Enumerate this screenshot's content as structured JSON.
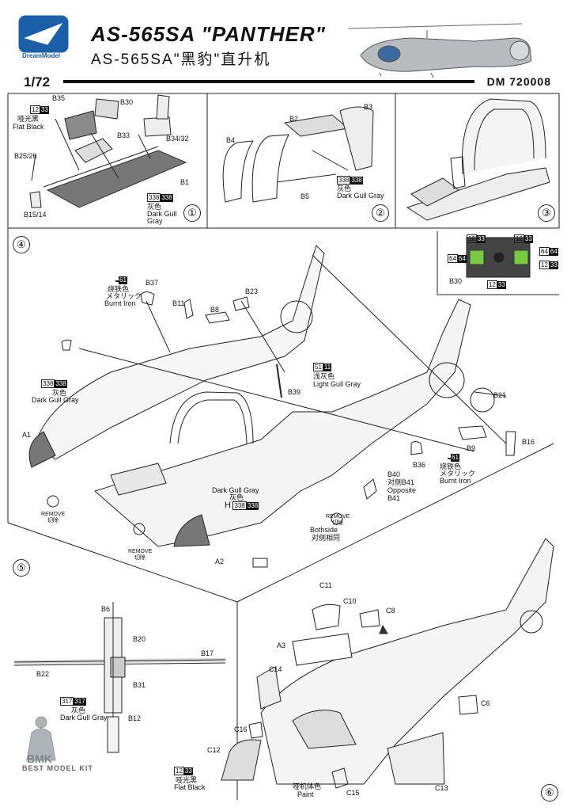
{
  "header": {
    "title": "AS-565SA \"PANTHER\"",
    "subtitle": "AS-565SA\"黑豹\"直升机",
    "scale": "1/72",
    "product_code": "DM 720008",
    "brand": "DreamModel"
  },
  "steps": [
    "①",
    "②",
    "③",
    "④",
    "⑤",
    "⑥"
  ],
  "step1": {
    "parts": [
      "B35",
      "B30",
      "B33",
      "B34/32",
      "B25/26",
      "B1",
      "B15/14"
    ],
    "color_black": {
      "num": "12",
      "code": "33",
      "cn": "哑光黑",
      "en": "Flat Black"
    },
    "color_gray": {
      "num": "338",
      "code": "338",
      "cn": "灰色",
      "en1": "Dark Gull",
      "en2": "Gray"
    }
  },
  "step2": {
    "parts": [
      "B3",
      "B2",
      "B4",
      "B5"
    ],
    "color_gray": {
      "num": "338",
      "code": "338",
      "cn": "灰色",
      "en": "Dark Gull Gray"
    }
  },
  "step4": {
    "parts": [
      "B37",
      "B23",
      "B11",
      "B8",
      "B39",
      "B21",
      "B16",
      "B9",
      "B36",
      "A1",
      "A2",
      "B30",
      "B40"
    ],
    "burnt_iron_1": {
      "num": "",
      "code": "61",
      "cn": "烧铁色",
      "jp": "メタリック",
      "en": "Burnt Iron"
    },
    "light_gull": {
      "num": "51",
      "code": "11",
      "cn": "浅灰色",
      "en": "Light Gull Gray"
    },
    "dark_gull": {
      "num": "338",
      "code": "338",
      "cn": "灰色",
      "en": "Dark Gull Gray"
    },
    "burnt_iron_2": {
      "num": "",
      "code": "61",
      "cn": "烧铁色",
      "jp": "メタリック",
      "en": "Burnt Iron"
    },
    "b40_note": [
      "B40",
      "对侧B41",
      "Opposite",
      "B41"
    ],
    "remove_label": "REMOVE",
    "remove_cn": "切除",
    "dark_gull_h": {
      "line1": "Dark Gull Gray",
      "line2": "灰色",
      "letter": "H",
      "num": "338",
      "code": "338"
    },
    "bothside": {
      "remove": "REMOVE",
      "remove_cn": "切除",
      "en": "Bothside",
      "cn": "对侧相同"
    },
    "panel_codes": [
      "12",
      "33",
      "12",
      "33",
      "64",
      "64",
      "64",
      "64",
      "12",
      "33",
      "12",
      "33"
    ]
  },
  "step5": {
    "parts": [
      "B6",
      "B20",
      "B17",
      "B22",
      "B31",
      "B12"
    ],
    "color": {
      "num": "317",
      "code": "317",
      "cn": "灰色",
      "en": "Dark Gull Gray"
    }
  },
  "step6": {
    "parts": [
      "C11",
      "C10",
      "C8",
      "A3",
      "C14",
      "C6",
      "C16",
      "C12",
      "C15",
      "C13"
    ],
    "flat_black": {
      "num": "12",
      "code": "33",
      "cn": "哑光黑",
      "en": "Flat Black"
    },
    "paint": {
      "cn": "哑机体色",
      "en": "Paint"
    }
  },
  "footer": {
    "logo": "BMK",
    "logo_sub": "BEST MODEL KIT"
  }
}
